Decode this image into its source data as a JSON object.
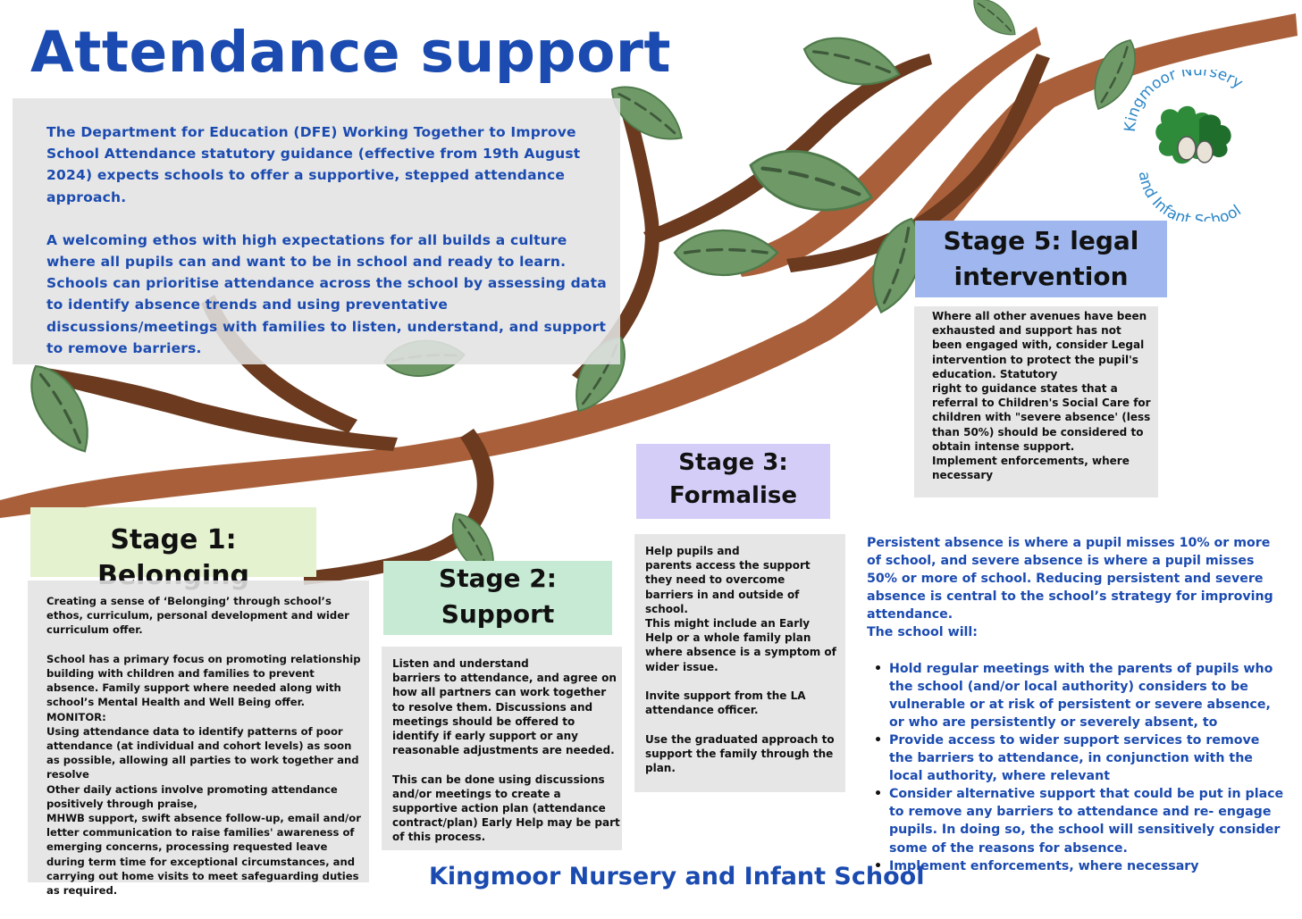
{
  "title": "Attendance support",
  "intro": {
    "paragraphs": [
      "The Department for Education (DFE) Working Together to Improve School Attendance statutory guidance (effective from 19th August 2024) expects schools to offer a supportive, stepped attendance approach.",
      "A welcoming ethos with high expectations for all builds a culture where all pupils can and want to be in school and ready to learn. Schools can prioritise attendance across the school by assessing data to identify absence trends and using preventative discussions/meetings with families to listen, understand, and support to remove barriers."
    ]
  },
  "stages": {
    "stage1": {
      "heading": "Stage 1: Belonging",
      "body": "Creating a sense of ‘Belonging’ through school’s ethos, curriculum, personal development and wider curriculum offer.\n\nSchool has a primary focus on promoting relationship building with children and families to prevent absence. Family support where needed along with school’s Mental Health and Well Being offer.\nMONITOR:\n Using attendance data to identify patterns of poor attendance (at individual and cohort levels) as soon as possible, allowing all parties to work together and resolve\n Other daily actions involve promoting attendance positively through praise,\nMHWB support, swift absence follow-up, email and/or letter communication to raise families' awareness of emerging concerns, processing requested leave during term time for exceptional circumstances, and carrying out home visits to meet safeguarding duties as required."
    },
    "stage2": {
      "heading_line1": "Stage 2:",
      "heading_line2": "Support",
      "body": "Listen and understand\nbarriers to attendance, and agree on how all partners can work together to resolve them. Discussions and meetings should be offered to identify if early support or any reasonable adjustments are needed.\n\n This can be done using discussions and/or meetings to create a supportive action plan (attendance contract/plan) Early Help may be part of this process."
    },
    "stage3": {
      "heading_line1": "Stage 3:",
      "heading_line2": "Formalise",
      "body": "Help pupils and\nparents access the support they need to overcome barriers in and outside of school.\n This might include an Early Help or a whole family plan where absence is a symptom of wider issue.\n\nInvite support from the LA attendance officer.\n\n Use the graduated approach to support the family through the plan."
    },
    "stage5": {
      "heading_line1": "Stage 5: legal",
      "heading_line2": "intervention",
      "body": "Where all other avenues have been exhausted and support has not been engaged with, consider Legal intervention to protect the pupil's education. Statutory\nright to guidance states that a referral to Children's Social Care for children with \"severe absence' (less than 50%) should be considered to obtain intense support.\n Implement enforcements, where necessary"
    }
  },
  "persistent": {
    "paragraph": "Persistent absence is where a pupil misses 10% or more of school, and severe absence is where a pupil misses 50% or more of school. Reducing persistent and severe absence is central to the school’s strategy for improving attendance.",
    "lead": "The school will:",
    "bullets": [
      "Hold regular meetings with the parents of pupils who the school (and/or local authority) considers to be vulnerable or at risk of persistent or severe absence, or who are persistently or severely absent, to",
      "Provide access to wider support services to remove the barriers to attendance, in conjunction with the local authority, where relevant",
      "Consider alternative support that could be put in place to remove any barriers to attendance and re- engage pupils. In doing so, the school will sensitively consider some of the reasons for absence.",
      "Implement enforcements, where necessary"
    ]
  },
  "logo": {
    "top_text": "Kingmoor Nursery",
    "bottom_text": "and Infant School"
  },
  "footer": "Kingmoor Nursery and Infant School",
  "colors": {
    "title_blue": "#1b4bb0",
    "branch_light": "#a9603a",
    "branch_dark": "#6b3a1f",
    "leaf": "#6f9a68",
    "stage1": "#e4f2cf",
    "stage2": "#c6ead3",
    "stage3": "#d4cdf7",
    "stage5": "#9fb7ee"
  }
}
